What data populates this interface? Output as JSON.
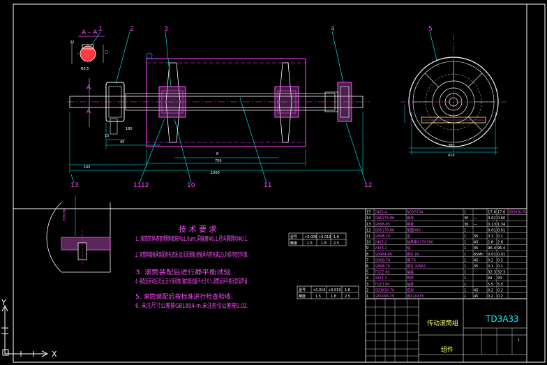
{
  "ucs": {
    "y_label": "Y",
    "x_label": "X"
  },
  "section_view": {
    "label": "A – A",
    "balloon": "1"
  },
  "main_view": {
    "section_markers": [
      "A",
      "A"
    ],
    "balloons_top": [
      "2",
      "3",
      "4"
    ],
    "balloons_bottom": [
      "13",
      "11",
      "12",
      "10",
      "11",
      "12"
    ],
    "dims": [
      "165",
      "750",
      "1000",
      "180",
      "45",
      "15",
      "8"
    ]
  },
  "end_view": {
    "balloon": "5",
    "dims": [
      "380",
      "410"
    ]
  },
  "tech_req": {
    "title": "技 术 要 求",
    "items": [
      "1. 滚筒筒体表面粗糙度按Ra1.6um,同轴度Φ0.1,径向圆跳动Φ0.1.",
      "2. 滚筒两端轴承装配前先清洗,加注润滑脂,使轴承内腔充满2/3,并保持密封可靠.",
      "3. 滚筒装配后进行静平衡试验.",
      "4. 装配后转动应灵活,无卡阻现象,轴向窜动量不大于0.5,滚筒运转平稳无异常声音.",
      "5. 滚筒装配后按标准进行检查验收.",
      "6. 未注尺寸公差按GB1804-m,未注形位公差按0.02."
    ]
  },
  "tables": {
    "t1": {
      "header": [
        "型号",
        "+0.006",
        "+0.019",
        "1.6"
      ],
      "row": [
        "精度",
        "1.5",
        "1.8",
        "2.5"
      ]
    },
    "t2": {
      "header": [
        "型号",
        "+0.016",
        "+0.019",
        "1.6"
      ],
      "row": [
        "精度",
        "1.5",
        "1.8",
        "2.5"
      ]
    }
  },
  "title_block": {
    "drawing_number": "TD3A33",
    "name": "传动滚筒组",
    "sheet": "1",
    "material": "组件"
  },
  "bom_rows": [
    {
      "no": "15",
      "code": "2403-4",
      "name": "N032X3A",
      "qty": "1",
      "mat": "",
      "unit": "17.6",
      "total": "17.6",
      "note": "GB3838-76"
    },
    {
      "no": "14",
      "code": "GB6178-86",
      "name": "螺母",
      "qty": "30",
      "mat": "—",
      "unit": "0.01",
      "total": "0.60",
      "note": ""
    },
    {
      "no": "13",
      "code": "GB6B-85",
      "name": "螺栓",
      "qty": "30",
      "mat": "—",
      "unit": "0.13",
      "total": "1.34",
      "note": ""
    },
    {
      "no": "12",
      "code": "GB6178-86",
      "name": "垫圈X80",
      "qty": "1",
      "mat": "",
      "unit": "0.01",
      "total": "0.01",
      "note": ""
    },
    {
      "no": "11",
      "code": "GB6B-76",
      "name": "垫",
      "qty": "1",
      "mat": "35",
      "unit": "0.1",
      "total": "0.1",
      "note": ""
    },
    {
      "no": "10",
      "code": "2403-2",
      "name": "轴承座X15X160",
      "qty": "1",
      "mat": "45",
      "unit": "2.8",
      "total": "2.8",
      "note": ""
    },
    {
      "no": "9",
      "code": "2403-2",
      "name": "轴",
      "qty": "1",
      "mat": "45",
      "unit": "96.4",
      "total": "96.4",
      "note": ""
    },
    {
      "no": "8",
      "code": "GB984-86",
      "name": "螺钉 80",
      "qty": "1",
      "mat": "65Mn",
      "unit": "0.01",
      "total": "0.01",
      "note": ""
    },
    {
      "no": "7",
      "code": "GB6B-76",
      "name": "键 76",
      "qty": "1",
      "mat": "45",
      "unit": "0.2",
      "total": "0.2",
      "note": ""
    },
    {
      "no": "6",
      "code": "GB6B-76",
      "name": "螺钉 X/BA2",
      "qty": "1",
      "mat": "35",
      "unit": "0.1",
      "total": "0.1",
      "note": ""
    },
    {
      "no": "5",
      "code": "TDZZ 80",
      "name": "端盖",
      "qty": "1",
      "mat": "",
      "unit": "32.3",
      "total": "32.3",
      "note": ""
    },
    {
      "no": "4",
      "code": "2403-1",
      "name": "筒体",
      "qty": "1",
      "mat": "",
      "unit": "94",
      "total": "94",
      "note": ""
    },
    {
      "no": "3",
      "code": "TDZ3 80",
      "name": "轴承",
      "qty": "1",
      "mat": "",
      "unit": "5.5",
      "total": "5.5",
      "note": ""
    },
    {
      "no": "2",
      "code": "GB3838-76",
      "name": "密封",
      "qty": "1",
      "mat": "45",
      "unit": "0.2",
      "total": "0.2",
      "note": ""
    },
    {
      "no": "1",
      "code": "GB1096-79",
      "name": "键X20X35",
      "qty": "1",
      "mat": "45",
      "unit": "0.2",
      "total": "0.2",
      "note": ""
    }
  ]
}
